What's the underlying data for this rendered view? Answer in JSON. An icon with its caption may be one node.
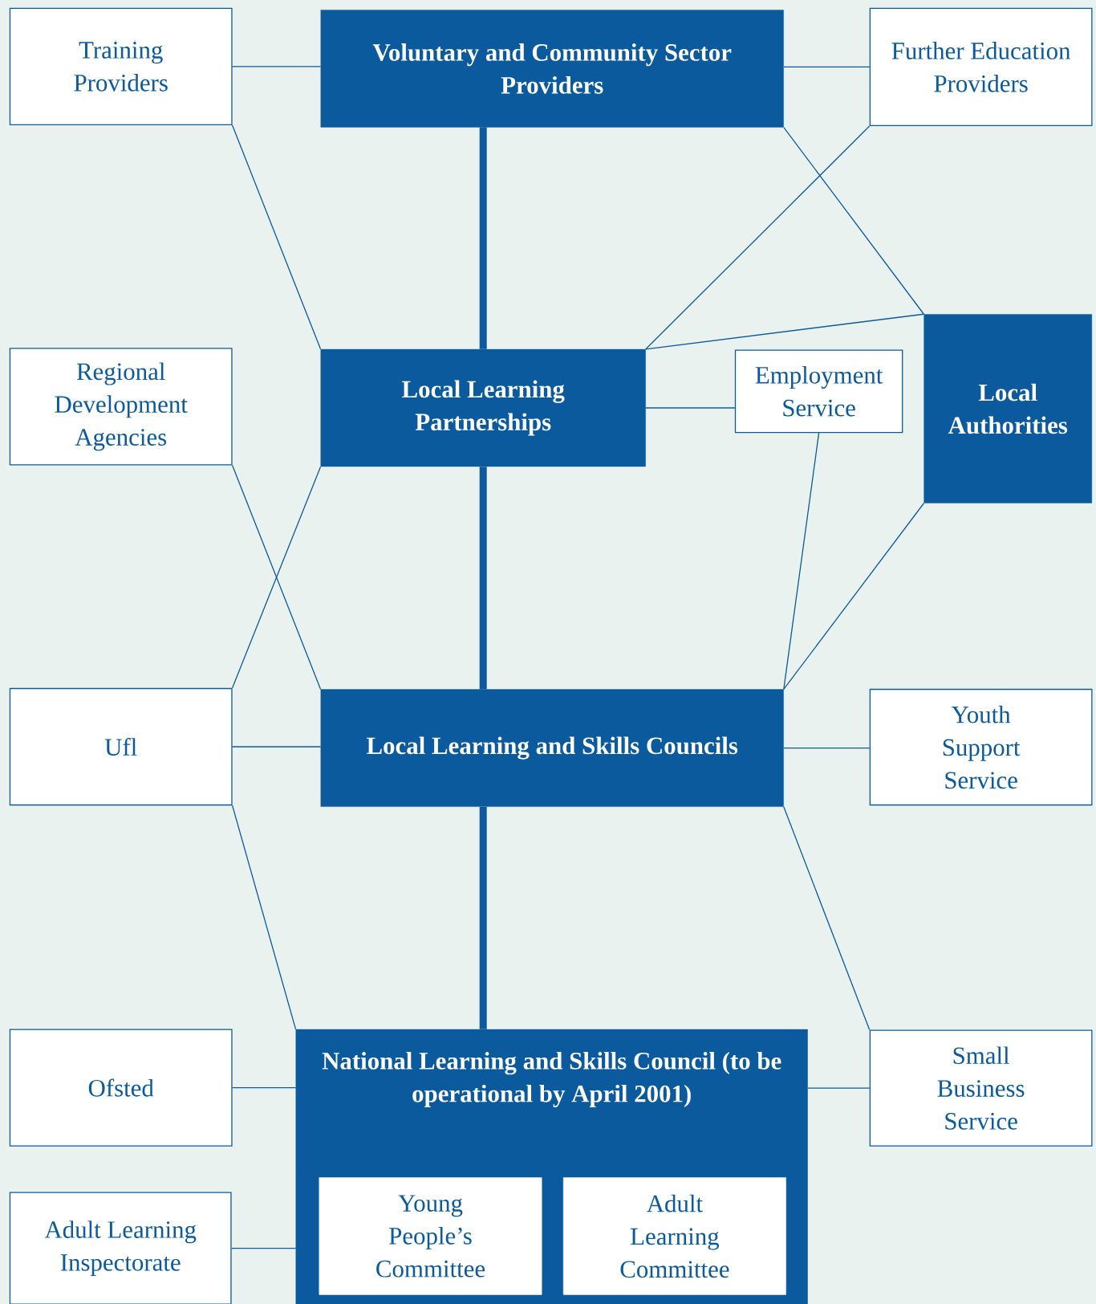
{
  "diagram": {
    "nodes": [
      {
        "text": [
          "Training Providers"
        ]
      },
      {
        "text": [
          "Voluntary and Community Sector Providers"
        ]
      },
      {
        "text": [
          "Further Education Providers"
        ]
      },
      {
        "text": [
          "Regional Development Agencies"
        ]
      },
      {
        "text": [
          "Local Learning Partnerships"
        ]
      },
      {
        "text": [
          "Employment Service"
        ]
      },
      {
        "text": [
          "Local Authorities"
        ]
      },
      {
        "text": [
          "Ufl"
        ]
      },
      {
        "text": [
          "Local Learning and Skills Councils"
        ]
      },
      {
        "text": [
          "Youth Support Service"
        ]
      },
      {
        "text": [
          "Ofsted"
        ]
      },
      {
        "text": [
          "National Learning and Skills Council (to be operational by April 2001)"
        ]
      },
      {
        "text": [
          "Small Business Service"
        ]
      },
      {
        "text": [
          "Adult Learning Inspectorate"
        ]
      },
      {
        "text": [
          "Young People’s Committee"
        ],
        "in": 11
      },
      {
        "text": [
          "Adult Learning Committee"
        ],
        "in": 11
      }
    ],
    "edges": [
      {
        "from": 0,
        "to": 1,
        "arrow": "none"
      },
      {
        "from": 1,
        "to": 2,
        "arrow": "none"
      },
      {
        "from": 1,
        "to": 4,
        "arrow": "none",
        "style": "thick"
      },
      {
        "from": 0,
        "to": 4,
        "arrow": "none"
      },
      {
        "from": 1,
        "to": 6,
        "arrow": "none"
      },
      {
        "from": 2,
        "to": 4,
        "arrow": "none"
      },
      {
        "from": 4,
        "to": 6,
        "arrow": "none"
      },
      {
        "from": 4,
        "to": 5,
        "arrow": "none"
      },
      {
        "from": 3,
        "to": 8,
        "arrow": "none"
      },
      {
        "from": 4,
        "to": 7,
        "arrow": "none"
      },
      {
        "from": 5,
        "to": 8,
        "arrow": "none"
      },
      {
        "from": 6,
        "to": 8,
        "arrow": "none"
      },
      {
        "from": 4,
        "to": 8,
        "arrow": "none",
        "style": "thick"
      },
      {
        "from": 7,
        "to": 8,
        "arrow": "none"
      },
      {
        "from": 8,
        "to": 9,
        "arrow": "none"
      },
      {
        "from": 7,
        "to": 11,
        "arrow": "none"
      },
      {
        "from": 8,
        "to": 12,
        "arrow": "none"
      },
      {
        "from": 8,
        "to": 11,
        "arrow": "none",
        "style": "thick"
      },
      {
        "from": 10,
        "to": 11,
        "arrow": "none"
      },
      {
        "from": 11,
        "to": 12,
        "arrow": "none"
      },
      {
        "from": 13,
        "to": 11,
        "arrow": "none"
      }
    ]
  }
}
